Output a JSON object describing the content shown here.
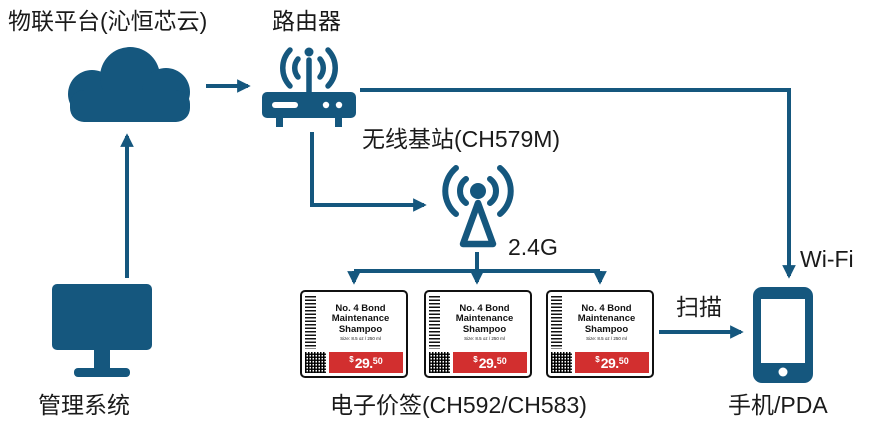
{
  "diagram": {
    "labels": {
      "iot_platform": "物联平台(沁恒芯云)",
      "router": "路由器",
      "base_station": "无线基站(CH579M)",
      "frequency": "2.4G",
      "wifi": "Wi-Fi",
      "scan": "扫描",
      "management_system": "管理系统",
      "esl": "电子价签(CH592/CH583)",
      "phone": "手机/PDA"
    },
    "price_tag": {
      "title": "No. 4 Bond\nMaintenance\nShampoo",
      "subtitle": "Size: 8.5 oz / 250 ml",
      "price_symbol": "$",
      "price_main": "29.",
      "price_cents": "50"
    },
    "colors": {
      "primary": "#15577E",
      "price_red": "#D22F2F",
      "text": "#1A1A1A"
    }
  }
}
